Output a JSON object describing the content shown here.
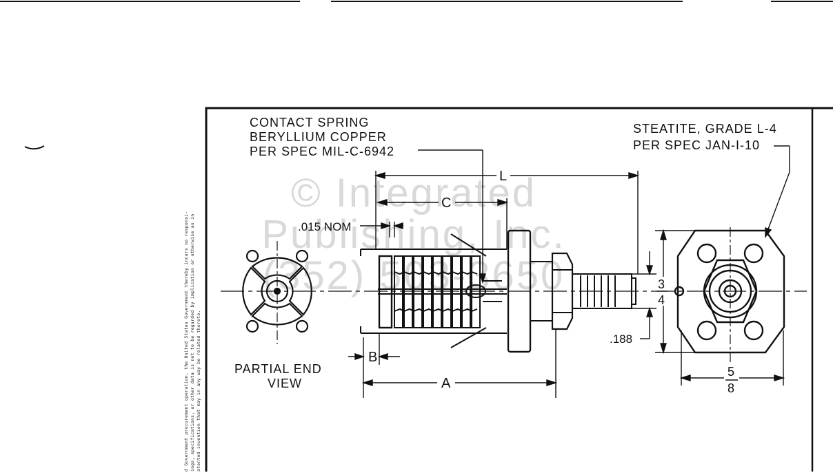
{
  "watermark": {
    "line1": "© Integrated",
    "line2": "Publishing, Inc.",
    "line3": "(352) 503-3650"
  },
  "legal_notice": {
    "line1": "d Government procurement operation, the United States Government thereby incurs no responsi-",
    "line2": "ings, specifications, or other data is not to be regarded by implication or otherwise as in",
    "line3": "atented invention that may in any way be related thereto."
  },
  "labels": {
    "contact_spring": [
      "CONTACT SPRING",
      "BERYLLIUM COPPER",
      "PER SPEC MIL-C-6942"
    ],
    "steatite": [
      "STEATITE, GRADE L-4",
      "PER SPEC JAN-I-10"
    ],
    "partial_end_view": [
      "PARTIAL END",
      "VIEW"
    ],
    "dim_015": ".015 NOM",
    "dim_188": ".188",
    "dim_L": "L",
    "dim_C": "C",
    "dim_B": "B",
    "dim_A": "A",
    "frac_3_4": {
      "num": "3",
      "den": "4"
    },
    "frac_5_8": {
      "num": "5",
      "den": "8"
    }
  }
}
